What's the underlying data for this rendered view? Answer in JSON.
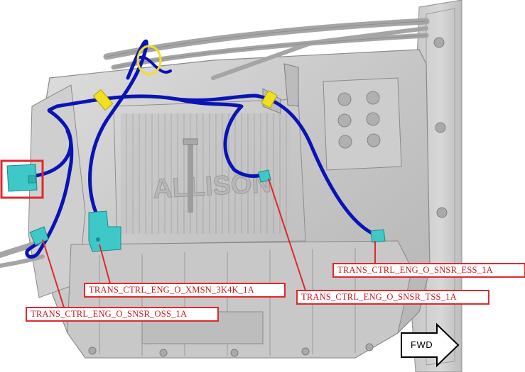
{
  "callouts": {
    "ess": "TRANS_CTRL_ENG_O_SNSR_ESS_1A",
    "xmsn": "TRANS_CTRL_ENG_O_XMSN_3K4K_1A",
    "tss": "TRANS_CTRL_ENG_O_SNSR_TSS_1A",
    "oss": "TRANS_CTRL_ENG_O_SNSR_OSS_1A"
  },
  "direction": {
    "label": "FWD"
  },
  "casting_text": "ALLISON",
  "colors": {
    "harness": "#0a14b4",
    "connector": "#3fc8c8",
    "callout": "#e0282e",
    "clip": "#f0e020",
    "casting": "#c9c9c9"
  }
}
